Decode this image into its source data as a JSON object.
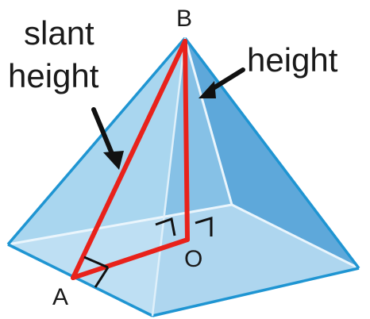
{
  "labels": {
    "slant_line1": "slant",
    "slant_line2": "height",
    "height": "height",
    "vertex_b": "B",
    "vertex_a": "A",
    "vertex_o": "O"
  },
  "colors": {
    "face_light": "#bfe0f3",
    "face_mid": "#9fcfeb",
    "face_dark": "#6fb1dc",
    "edge": "#1f95d2",
    "highlight": "#e8221b",
    "arrow": "#111111"
  }
}
